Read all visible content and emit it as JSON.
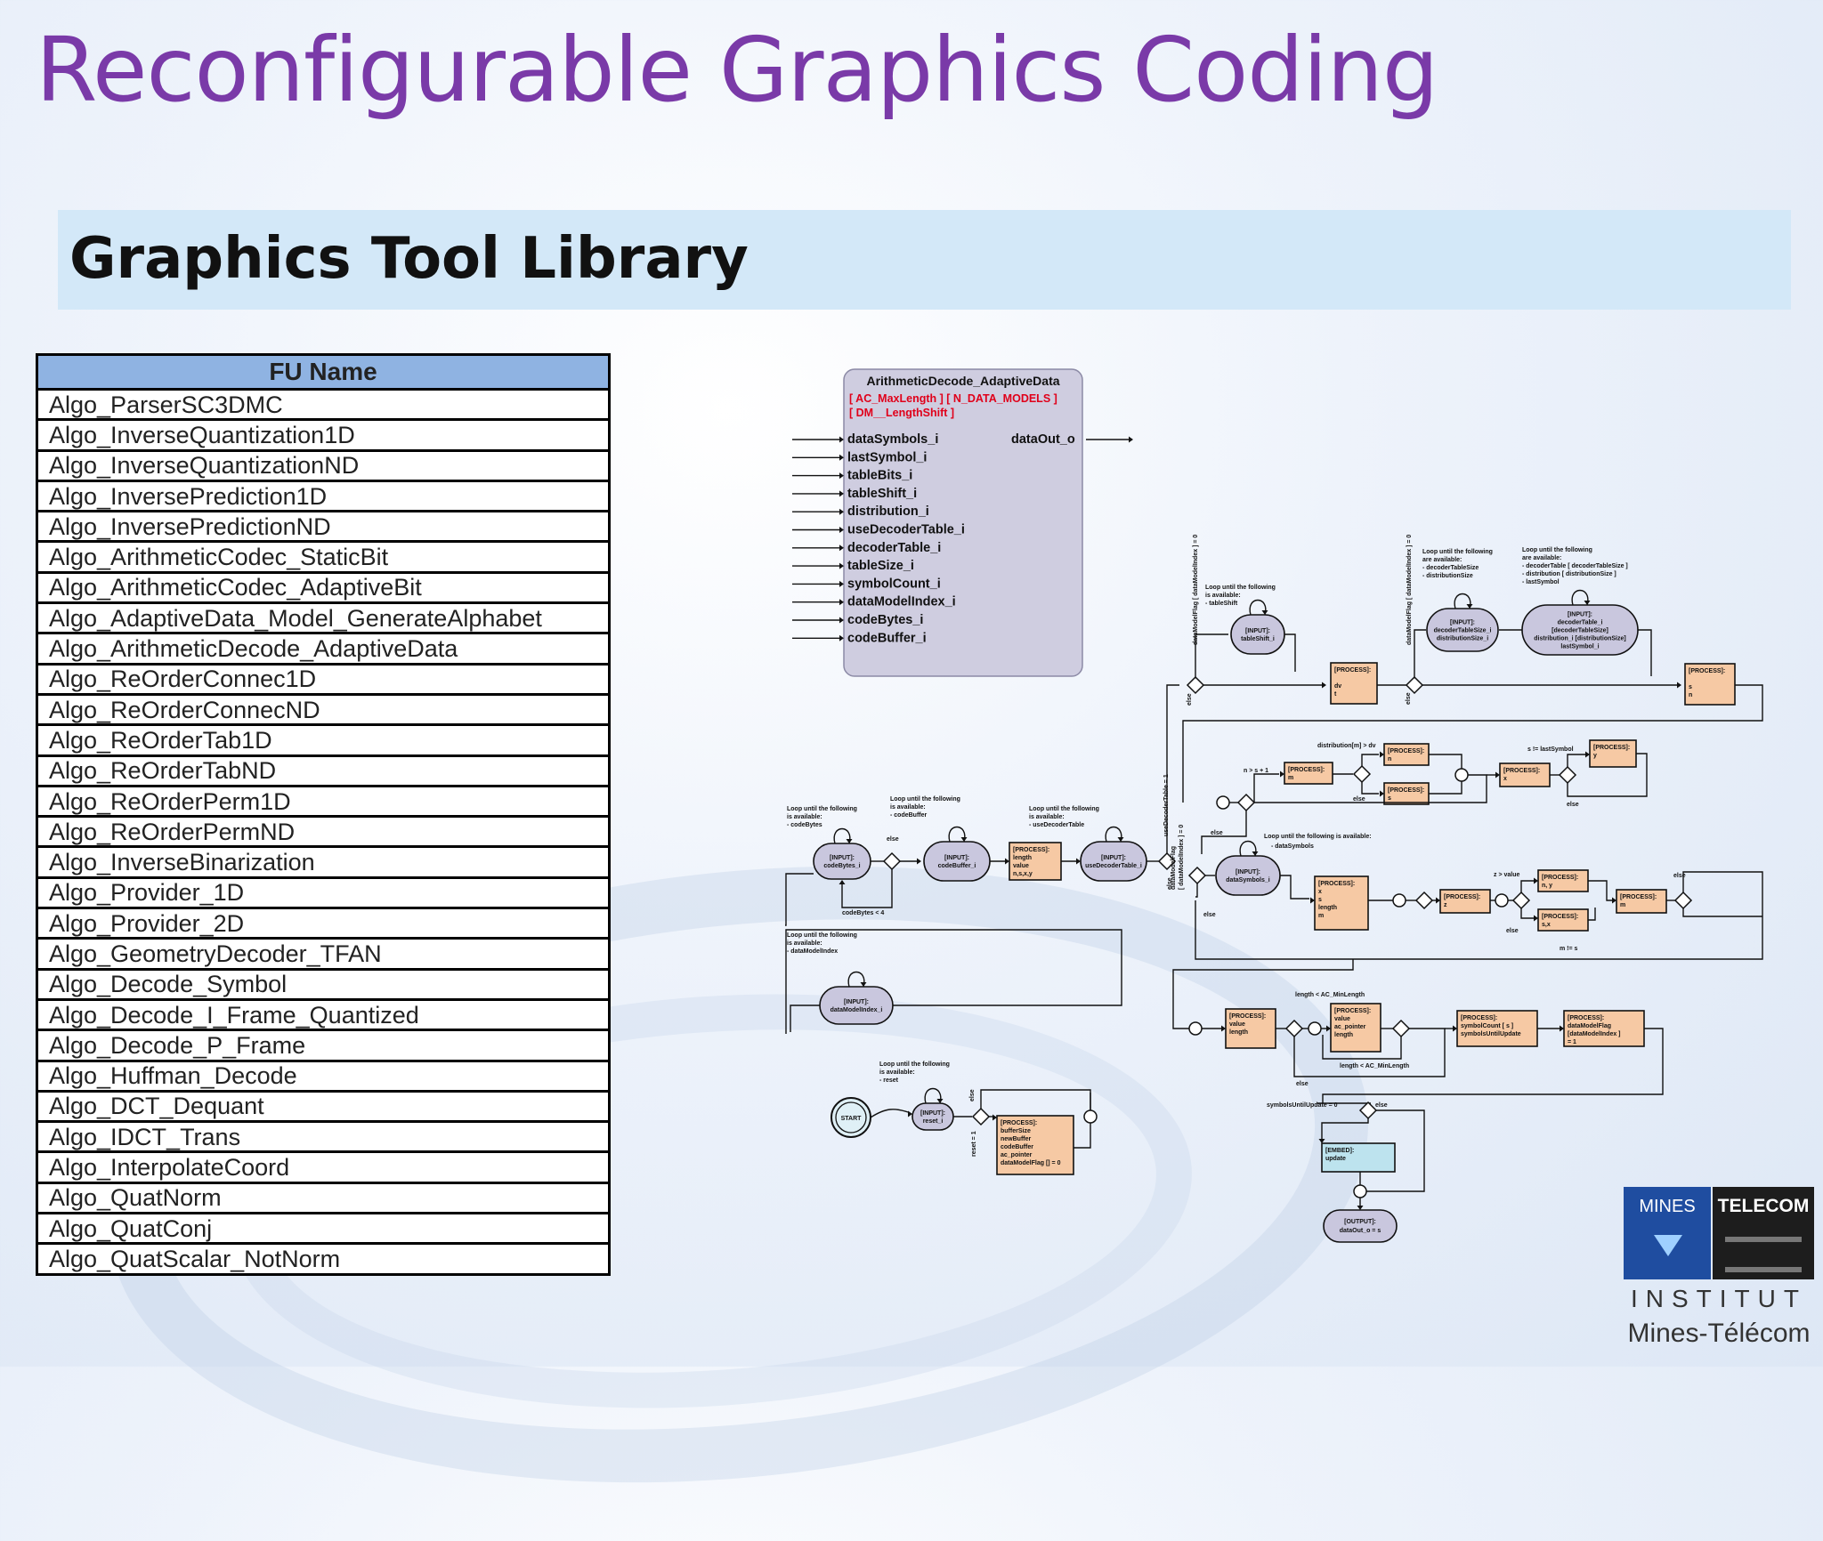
{
  "slide": {
    "title": "Reconfigurable Graphics Coding",
    "subtitle": "Graphics Tool Library"
  },
  "table": {
    "header": "FU Name",
    "rows": [
      "Algo_ParserSC3DMC",
      "Algo_InverseQuantization1D",
      "Algo_InverseQuantizationND",
      "Algo_InversePrediction1D",
      "Algo_InversePredictionND",
      "Algo_ArithmeticCodec_StaticBit",
      "Algo_ArithmeticCodec_AdaptiveBit",
      "Algo_AdaptiveData_Model_GenerateAlphabet",
      "Algo_ArithmeticDecode_AdaptiveData",
      "Algo_ReOrderConnec1D",
      "Algo_ReOrderConnecND",
      "Algo_ReOrderTab1D",
      "Algo_ReOrderTabND",
      "Algo_ReOrderPerm1D",
      "Algo_ReOrderPermND",
      "Algo_InverseBinarization",
      "Algo_Provider_1D",
      "Algo_Provider_2D",
      "Algo_GeometryDecoder_TFAN",
      "Algo_Decode_Symbol",
      "Algo_Decode_I_Frame_Quantized",
      "Algo_Decode_P_Frame",
      "Algo_Huffman_Decode",
      "Algo_DCT_Dequant",
      "Algo_IDCT_Trans",
      "Algo_InterpolateCoord",
      "Algo_QuatNorm",
      "Algo_QuatConj",
      "Algo_QuatScalar_NotNorm"
    ]
  },
  "fu_block": {
    "name": "ArithmeticDecode_AdaptiveData",
    "params": [
      "[ AC_MaxLength ]  [ N_DATA_MODELS ]",
      "[ DM__LengthShift ]"
    ],
    "inputs": [
      "dataSymbols_i",
      "lastSymbol_i",
      "tableBits_i",
      "tableShift_i",
      "distribution_i",
      "useDecoderTable_i",
      "decoderTable_i",
      "tableSize_i",
      "symbolCount_i",
      "dataModelIndex_i",
      "codeBytes_i",
      "codeBuffer_i"
    ],
    "output": "dataOut_o",
    "param_color": "#e0001a"
  },
  "fsm": {
    "states": {
      "start": "START",
      "reset": [
        "[INPUT]:",
        "reset_i"
      ],
      "init": [
        "[PROCESS]:",
        "bufferSize",
        "newBuffer",
        "codeBuffer",
        "ac_pointer",
        "dataModelFlag [] = 0"
      ],
      "model_idx": [
        "[INPUT]:",
        "dataModelIndex_i"
      ],
      "code_bytes": [
        "[INPUT]:",
        "codeBytes_i"
      ],
      "code_buffer": [
        "[INPUT]:",
        "codeBuffer_i"
      ],
      "p_value": [
        "[PROCESS]:",
        "length",
        "value",
        "n,s,x,y"
      ],
      "use_table": [
        "[INPUT]:",
        "useDecoderTable_i"
      ],
      "table_shift": [
        "[INPUT]:",
        "tableShift_i"
      ],
      "p_dv": [
        "[PROCESS]:",
        "",
        "dv",
        "t"
      ],
      "dt_size": [
        "[INPUT]:",
        "decoderTableSize_i",
        "distributionSize_i"
      ],
      "dt": [
        "[INPUT]:",
        "decoderTable_i",
        "[decoderTableSize]",
        "distribution_i [distributionSize]",
        "lastSymbol_i"
      ],
      "p_sn": [
        "[PROCESS]:",
        "",
        "s",
        "n"
      ],
      "p_m": [
        "[PROCESS]:",
        "m"
      ],
      "p_n": [
        "[PROCESS]:",
        "n"
      ],
      "p_s": [
        "[PROCESS]:",
        "s"
      ],
      "p_x": [
        "[PROCESS]:",
        "x"
      ],
      "p_y": [
        "[PROCESS]:",
        "y"
      ],
      "data_symbols": [
        "[INPUT]:",
        "dataSymbols_i"
      ],
      "p_xslm": [
        "[PROCESS]:",
        "x",
        "s",
        "length",
        "m"
      ],
      "p_z": [
        "[PROCESS]:",
        "z"
      ],
      "p_ny": [
        "[PROCESS]:",
        "n, y"
      ],
      "p_sx": [
        "[PROCESS]:",
        "s,x"
      ],
      "p_m2": [
        "[PROCESS]:",
        "m"
      ],
      "p_vl": [
        "[PROCESS]:",
        "value",
        "length"
      ],
      "p_vap": [
        "[PROCESS]:",
        "value",
        "ac_pointer",
        "length"
      ],
      "p_sc": [
        "[PROCESS]:",
        "symbolCount [ s ]",
        "symbolsUntilUpdate"
      ],
      "p_dmf": [
        "[PROCESS]:",
        "dataModelFlag",
        "[dataModelIndex ]",
        "= 1"
      ],
      "embed": [
        "[EMBED]:",
        "update"
      ],
      "output": [
        "[OUTPUT]:",
        "dataOut_o = s"
      ]
    },
    "notes": {
      "reset": [
        "Loop until the following",
        "is available:",
        "- reset"
      ],
      "model_idx": [
        "Loop until the following",
        "is available:",
        "- dataModelIndex"
      ],
      "code_bytes": [
        "Loop until the following",
        "is available:",
        "- codeBytes"
      ],
      "code_buffer": [
        "Loop until the following",
        "is available:",
        "- codeBuffer"
      ],
      "use_table": [
        "Loop until the following",
        "is available:",
        "- useDecoderTable"
      ],
      "table_shift": [
        "Loop until the following",
        "is available:",
        "- tableShift"
      ],
      "dt_size": [
        "Loop until the following",
        "are available:",
        "- decoderTableSize",
        "- distributionSize"
      ],
      "dt": [
        "Loop until the following",
        "are available:",
        "- decoderTable [ decoderTableSize ]",
        "- distribution [ distributionSize ]",
        "- lastSymbol"
      ],
      "data_symbols": "Loop until the following is available:",
      "data_symbols2": "- dataSymbols"
    },
    "conditions": {
      "else": "else",
      "reset1": "reset = 1",
      "codebytes4": "codeBytes < 4",
      "flag_table0": "dataModelFlag [ dataModelIndex ] = 0",
      "use_table1": "useDecoderTable = 1",
      "flag0": "dataModelFlag",
      "flag1": "[ dataModelIndex ] = 0",
      "dist_dv": "distribution[m] > dv",
      "ns1": "n > s + 1",
      "s_last": "s != lastSymbol",
      "zval": "z > value",
      "mns": "m != s",
      "len_min": "length < AC_MinLength",
      "sym_update": "symbolsUntilUpdate = 0"
    }
  },
  "logo": {
    "mines": "MINES",
    "telecom": "TELECOM",
    "institut": "INSTITUT",
    "name": "Mines-Télécom"
  }
}
